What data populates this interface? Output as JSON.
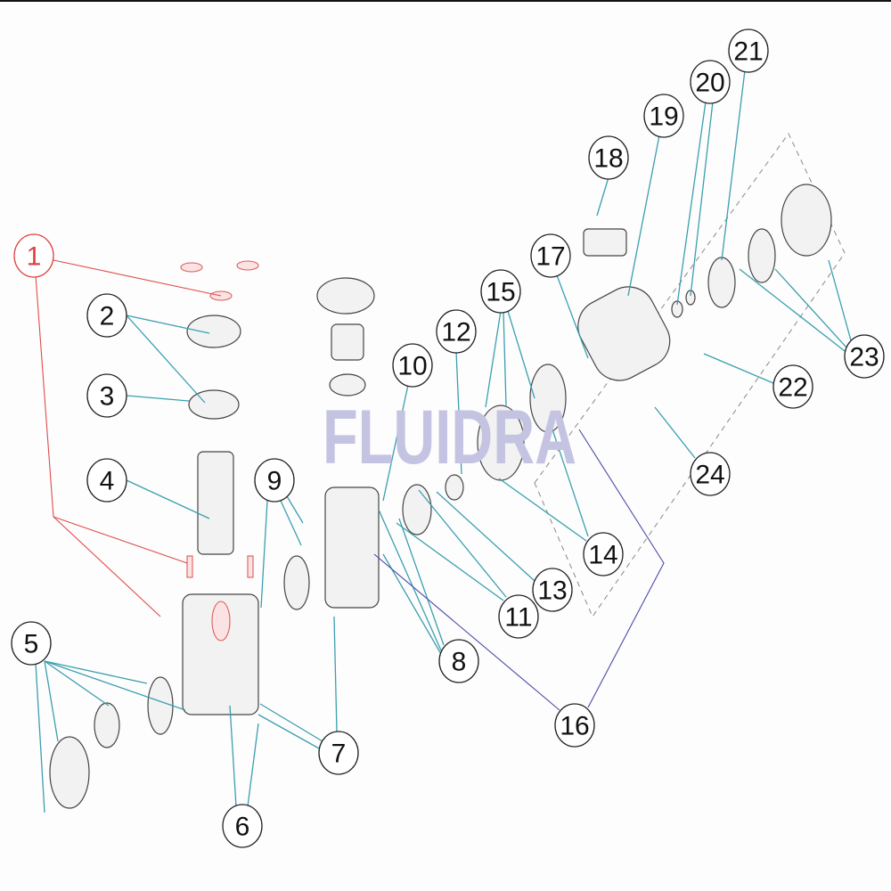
{
  "watermark": "FLUIDRA",
  "callouts": [
    "1",
    "2",
    "3",
    "4",
    "5",
    "6",
    "7",
    "8",
    "9",
    "10",
    "11",
    "12",
    "13",
    "14",
    "15",
    "16",
    "17",
    "18",
    "19",
    "20",
    "21",
    "22",
    "23",
    "24"
  ],
  "colors": {
    "leader": "#3a9fb0",
    "highlight": "#e04040",
    "leader_alt": "#4a4aa8"
  }
}
